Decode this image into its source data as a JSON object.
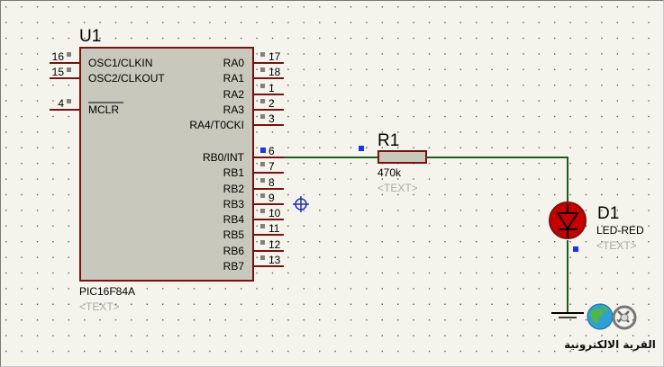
{
  "schematic": {
    "mcu": {
      "ref": "U1",
      "part": "PIC16F84A",
      "text_placeholder": "<TEXT>",
      "left_pins": [
        {
          "num": "16",
          "label": "OSC1/CLKIN"
        },
        {
          "num": "15",
          "label": "OSC2/CLKOUT"
        },
        {
          "num": "4",
          "label": "MCLR"
        }
      ],
      "right_pins": [
        {
          "num": "17",
          "label": "RA0"
        },
        {
          "num": "18",
          "label": "RA1"
        },
        {
          "num": "1",
          "label": "RA2"
        },
        {
          "num": "2",
          "label": "RA3"
        },
        {
          "num": "3",
          "label": "RA4/T0CKI"
        },
        {
          "num": "6",
          "label": "RB0/INT"
        },
        {
          "num": "7",
          "label": "RB1"
        },
        {
          "num": "8",
          "label": "RB2"
        },
        {
          "num": "9",
          "label": "RB3"
        },
        {
          "num": "10",
          "label": "RB4"
        },
        {
          "num": "11",
          "label": "RB5"
        },
        {
          "num": "12",
          "label": "RB6"
        },
        {
          "num": "13",
          "label": "RB7"
        }
      ]
    },
    "resistor": {
      "ref": "R1",
      "value": "470k",
      "text_placeholder": "<TEXT>"
    },
    "led": {
      "ref": "D1",
      "part": "LED-RED",
      "text_placeholder": "<TEXT>"
    },
    "logo_text": "القرية الالكترونية",
    "colors": {
      "background": "#f4f4ec",
      "grid_dot": "#5a5a5a",
      "component_body": "#c8c8bc",
      "component_outline": "#7a1010",
      "wire": "#1f5a1f",
      "pin_marker_gray": "#808080",
      "pin_marker_blue": "#2233ee",
      "led_fill": "#c80000"
    }
  }
}
